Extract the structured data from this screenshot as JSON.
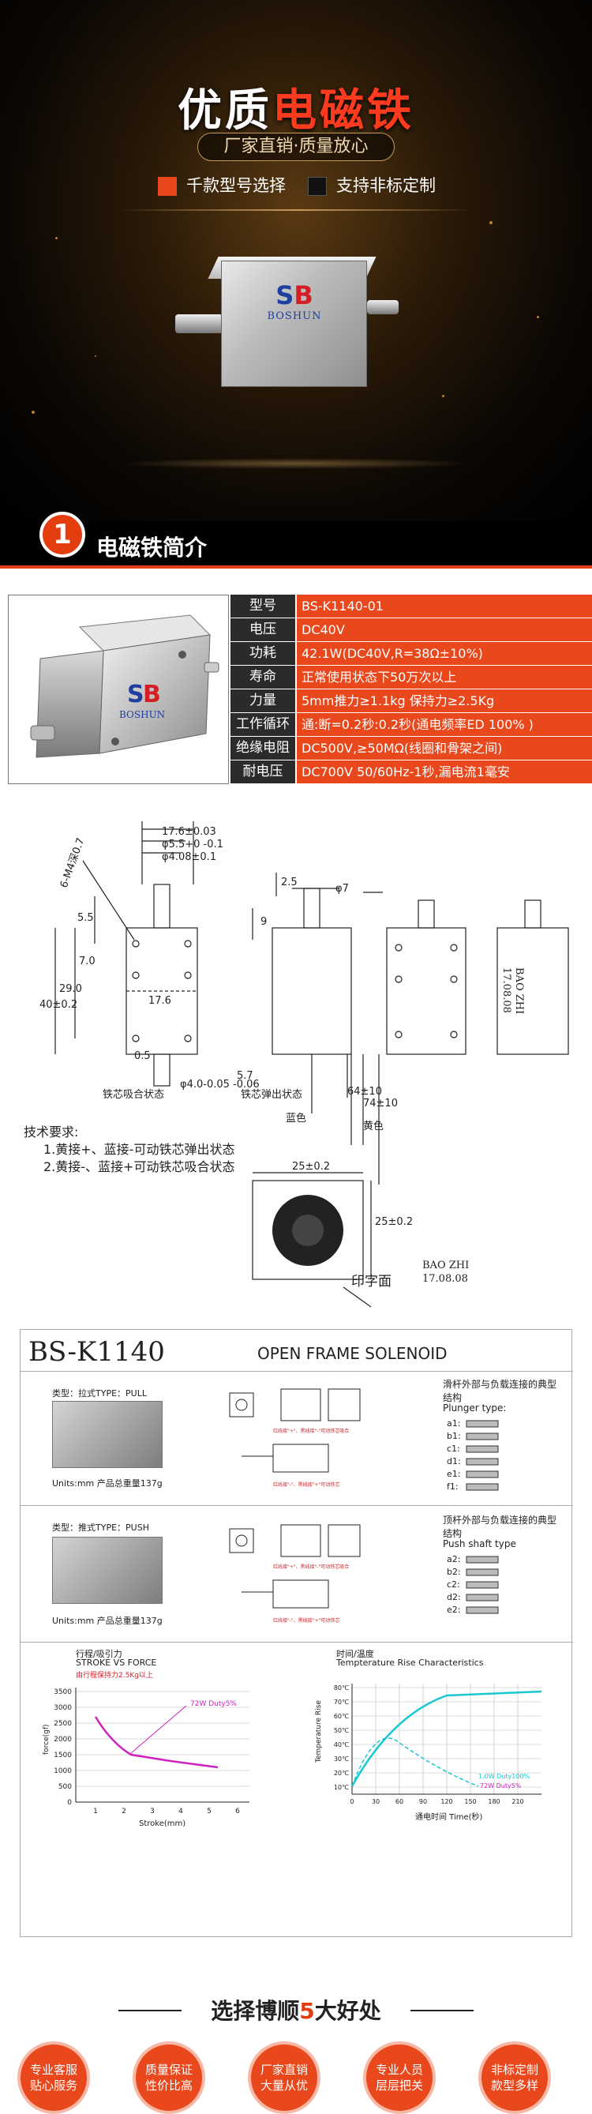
{
  "hero": {
    "title_white": "优质",
    "title_red": "电磁铁",
    "subtitle": "厂家直销·质量放心",
    "features": [
      "千款型号选择",
      "支持非标定制"
    ],
    "feature_colors": [
      "#e8481c",
      "#111111"
    ],
    "logo_text": "BOSHUN"
  },
  "section1": {
    "number": "1",
    "title": "电磁铁简介"
  },
  "spec_image": {
    "logo_text": "BOSHUN"
  },
  "specs": [
    {
      "k": "型号",
      "v": "BS-K1140-01"
    },
    {
      "k": "电压",
      "v": "DC40V"
    },
    {
      "k": "功耗",
      "v": "42.1W(DC40V,R=38Ω±10%)"
    },
    {
      "k": "寿命",
      "v": "正常使用状态下50万次以上"
    },
    {
      "k": "力量",
      "v": "5mm推力≥1.1kg 保持力≥2.5Kg"
    },
    {
      "k": "工作循环",
      "v": "通:断=0.2秒:0.2秒(通电频率ED 100% )"
    },
    {
      "k": "绝缘电阻",
      "v": "DC500V,≥50MΩ(线圈和骨架之间)"
    },
    {
      "k": "耐电压",
      "v": "DC700V 50/60Hz-1秒,漏电流1毫安"
    }
  ],
  "drawing": {
    "dims": [
      "17.6±0.03",
      "φ5.5+0 -0.1",
      "φ4.08±0.1",
      "6-M4深0.7",
      "5.5",
      "7.0",
      "29.0",
      "40±0.2",
      "17.6",
      "0.5",
      "φ4.0-0.05 -0.06",
      "9",
      "2.5",
      "φ7",
      "5.7",
      "64±10",
      "74±10",
      "25±0.2",
      "25±0.2"
    ],
    "labels": [
      "铁芯吸合状态",
      "铁芯弹出状态",
      "蓝色",
      "黄色",
      "印字面"
    ],
    "marking": [
      "BAO ZHI",
      "17.08.08"
    ],
    "tech_title": "技术要求:",
    "tech_items": [
      "1.黄接+、蓝接-可动铁芯弹出状态",
      "2.黄接-、蓝接+可动铁芯吸合状态"
    ]
  },
  "datasheet": {
    "model": "BS-K1140",
    "name": "OPEN FRAME SOLENOID",
    "pull_type": "类型：拉式TYPE：PULL",
    "push_type": "类型：推式TYPE：PUSH",
    "units_pull": "Units:mm  产品总重量137g",
    "units_push": "Units:mm  产品总重量137g",
    "plunger_cn": "滑杆外部与负载连接的典型结构",
    "plunger_en": "Plunger type:",
    "plunger_items": [
      "a1:",
      "b1:",
      "c1:",
      "d1:",
      "e1:",
      "f1:"
    ],
    "push_cn": "顶杆外部与负载连接的典型结构",
    "push_en": "Push shaft type",
    "push_items": [
      "a2:",
      "b2:",
      "c2:",
      "d2:",
      "e2:"
    ],
    "wire_note1": "红线接\"+\"、黑线接\"-\"可动铁芯吸合",
    "wire_note2": "红线接\"-\"、黑线接\"+\"可动铁芯",
    "stroke_cn": "行程/吸引力",
    "stroke_en": "STROKE VS FORCE",
    "hold_note": "由行程保持力2.5Kg以上",
    "duty_label": "72W Duty5%",
    "temp_cn": "时间/温度",
    "temp_en": "Tempterature Rise Characteristics",
    "temp_label1": "1.0W Duty100%",
    "temp_label2": "72W Duty5%",
    "force_ylabel": "force(gf)",
    "stroke_xlabel": "Stroke(mm)",
    "temp_ylabel": "Temperature Rise",
    "time_xlabel": "通电时间 Time(秒)",
    "force_yticks": [
      "3500",
      "3000",
      "2500",
      "2000",
      "1500",
      "1000",
      "500",
      "0"
    ],
    "stroke_xticks": [
      "1",
      "2",
      "3",
      "4",
      "5",
      "6"
    ],
    "temp_yticks": [
      "80℃",
      "70℃",
      "60℃",
      "50℃",
      "40℃",
      "30℃",
      "20℃",
      "10℃"
    ],
    "time_xticks": [
      "0",
      "30",
      "60",
      "90",
      "120",
      "150",
      "180",
      "210"
    ]
  },
  "footer": {
    "title_pre": "选择博顺",
    "title_num": "5",
    "title_post": "大好处",
    "benefits": [
      [
        "专业客服",
        "贴心服务"
      ],
      [
        "质量保证",
        "性价比高"
      ],
      [
        "厂家直销",
        "大量从优"
      ],
      [
        "专业人员",
        "层层把关"
      ],
      [
        "非标定制",
        "款型多样"
      ]
    ]
  }
}
